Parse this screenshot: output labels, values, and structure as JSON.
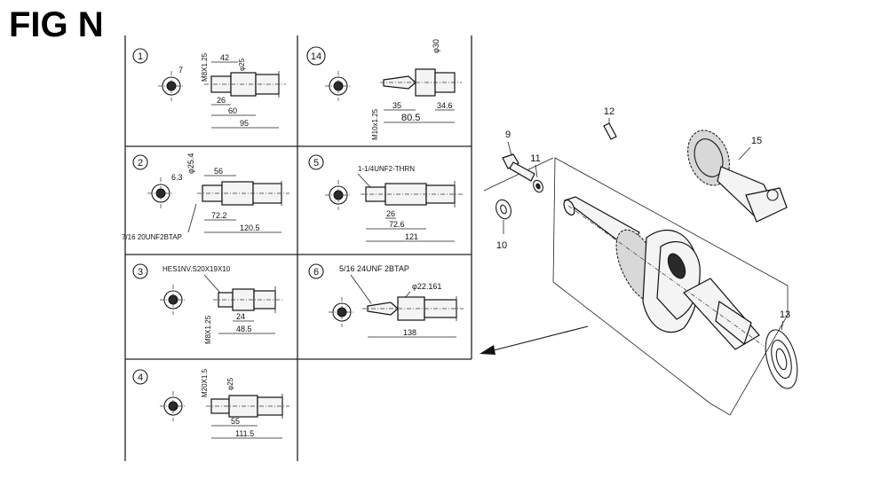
{
  "figure": {
    "title": "FIG N"
  },
  "cells": [
    {
      "id": "1",
      "dims": [
        "7",
        "M8X1.25",
        "42",
        "φ25",
        "26",
        "60",
        "95"
      ]
    },
    {
      "id": "14",
      "dims": [
        "φ30",
        "M10x1.25",
        "35",
        "34.6",
        "80.5"
      ]
    },
    {
      "id": "2",
      "dims": [
        "6.3",
        "φ25.4",
        "56",
        "72.2",
        "120.5",
        "7/16 20UNF2BTAP"
      ]
    },
    {
      "id": "5",
      "dims": [
        "1-1/4UNF2-THRN",
        "26",
        "72.6",
        "121"
      ]
    },
    {
      "id": "3",
      "dims": [
        "HES1NV.S20X19X10",
        "M8X1.25",
        "24",
        "48.5"
      ]
    },
    {
      "id": "6",
      "dims": [
        "5/16 24UNF 2BTAP",
        "φ22.161",
        "138"
      ]
    },
    {
      "id": "4",
      "dims": [
        "M20X1.5",
        "φ25",
        "55",
        "111.5"
      ]
    }
  ],
  "parts": [
    "9",
    "11",
    "10",
    "12",
    "15",
    "13"
  ],
  "icons": [
    "crankshaft-end-view-icon",
    "crankshaft-side-view-icon",
    "pointer-arrow-icon",
    "bolt-icon",
    "washer-icon",
    "key-icon",
    "balancer-shaft-icon",
    "bearing-icon",
    "crankshaft-icon"
  ]
}
